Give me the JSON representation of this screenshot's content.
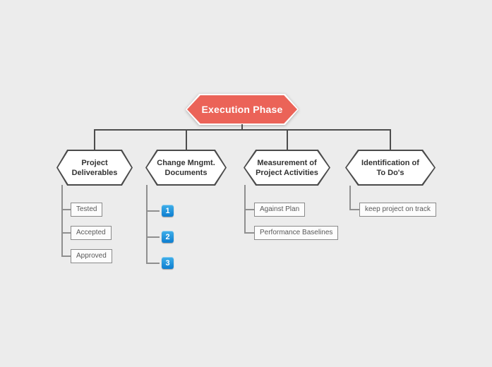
{
  "colors": {
    "bg": "#ececec",
    "root_fill": "#eb6358",
    "hex_border": "#4a4a4a",
    "line_dark": "#4d4d4d",
    "line_light": "#8f8f8f",
    "badge_top": "#41b0ea",
    "badge_bottom": "#0d7dd0"
  },
  "root": {
    "label": "Execution Phase"
  },
  "branches": [
    {
      "label": [
        "Project",
        "Deliverables"
      ],
      "leaves": [
        "Tested",
        "Accepted",
        "Approved"
      ]
    },
    {
      "label": [
        "Change Mngmt.",
        "Documents"
      ],
      "badges": [
        "1",
        "2",
        "3"
      ]
    },
    {
      "label": [
        "Measurement of",
        "Project Activities"
      ],
      "leaves": [
        "Against Plan",
        "Performance Baselines"
      ]
    },
    {
      "label": [
        "Identification of",
        "To Do's"
      ],
      "leaves": [
        "keep project on track"
      ]
    }
  ]
}
